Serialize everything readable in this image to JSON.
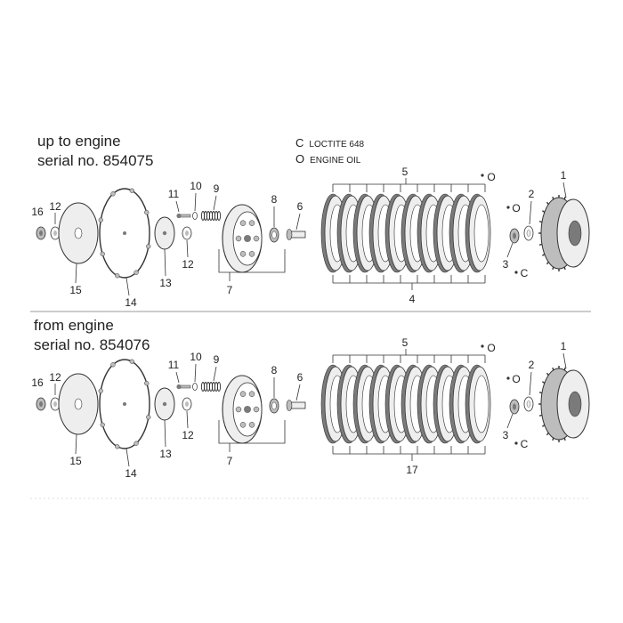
{
  "sections": [
    {
      "title_line1": "up to engine",
      "title_line2": "serial no. 854075",
      "labels": {
        "n1": "1",
        "n2": "2",
        "n3": "3",
        "n4": "4",
        "n5": "5",
        "n6": "6",
        "n7": "7",
        "n8": "8",
        "n9": "9",
        "n10": "10",
        "n11": "11",
        "n12a": "12",
        "n12b": "12",
        "n13": "13",
        "n14": "14",
        "n15": "15",
        "n16": "16"
      },
      "oil_mark": "O",
      "oil_mark2": "O",
      "loctite_mark": "C"
    },
    {
      "title_line1": "from engine",
      "title_line2": "serial no. 854076",
      "labels": {
        "n1": "1",
        "n2": "2",
        "n3": "3",
        "n4": "17",
        "n5": "5",
        "n6": "6",
        "n7": "7",
        "n8": "8",
        "n9": "9",
        "n10": "10",
        "n11": "11",
        "n12a": "12",
        "n12b": "12",
        "n13": "13",
        "n14": "14",
        "n15": "15",
        "n16": "16"
      },
      "oil_mark": "O",
      "oil_mark2": "O",
      "loctite_mark": "C"
    }
  ],
  "legend": [
    {
      "symbol": "C",
      "text": "LOCTITE 648"
    },
    {
      "symbol": "O",
      "text": "ENGINE OIL"
    }
  ],
  "colors": {
    "line": "#333333",
    "fill_light": "#eeeeee",
    "fill_mid": "#bdbdbd",
    "fill_dark": "#7a7a7a",
    "divider": "#999999"
  }
}
